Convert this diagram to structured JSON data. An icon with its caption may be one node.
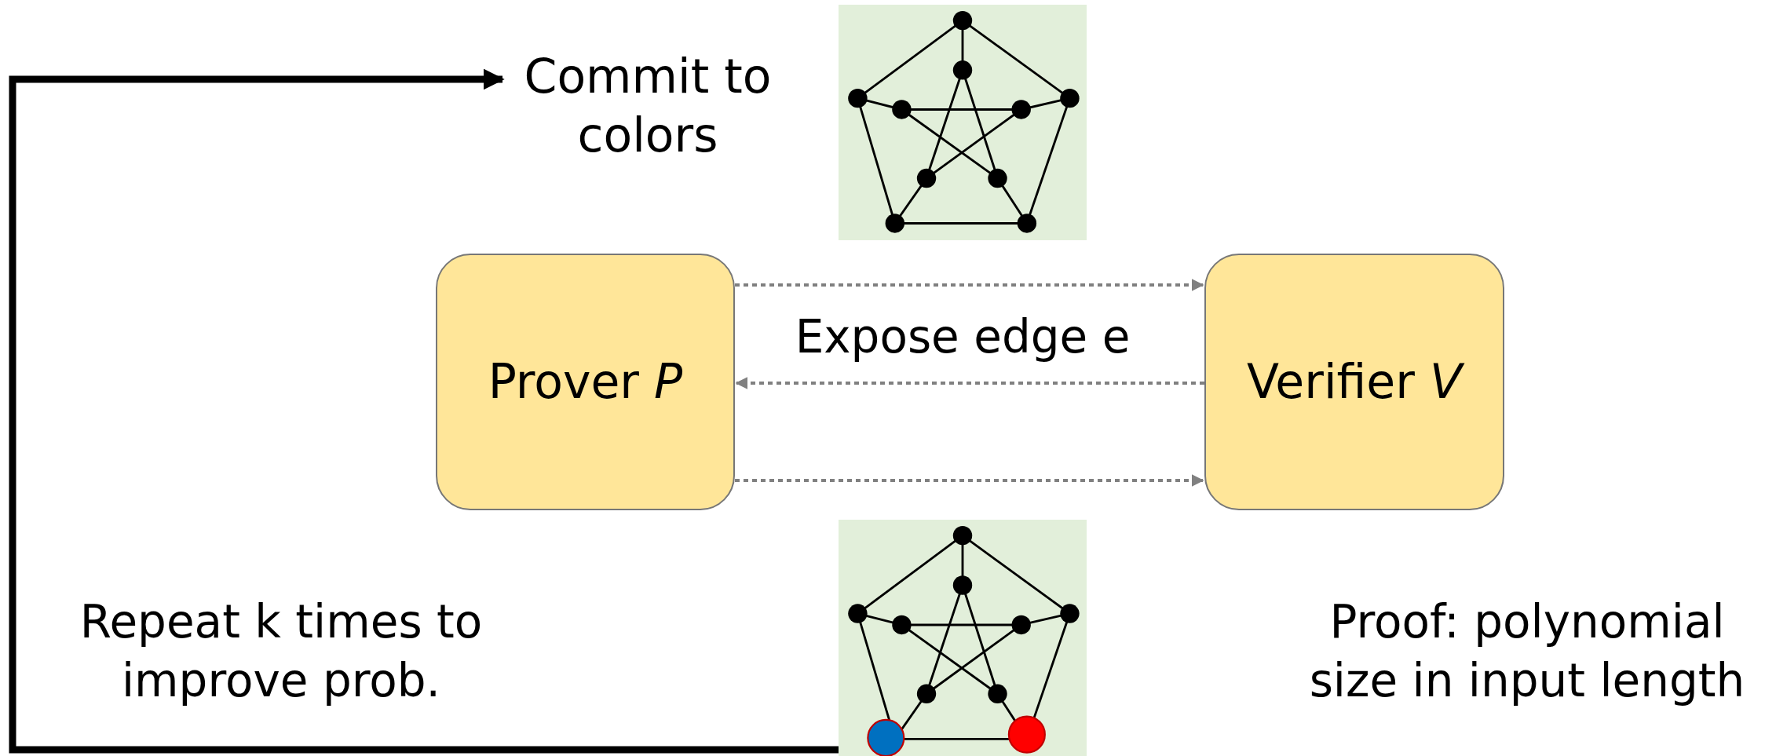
{
  "diagram": {
    "nodes": [
      {
        "text": [
          "Commit to colors"
        ]
      },
      {
        "text": [],
        "shape": "picture"
      },
      {
        "text": [
          "Prover *P*"
        ]
      },
      {
        "text": [
          "Verifier *V*"
        ]
      },
      {
        "text": [],
        "shape": "picture"
      }
    ],
    "edges": [
      {
        "from": 2,
        "to": 3,
        "arrow": "to",
        "style": "dashed"
      },
      {
        "from": 3,
        "to": 2,
        "arrow": "to",
        "style": "dashed",
        "label": "Expose edge e"
      },
      {
        "from": 2,
        "to": 3,
        "arrow": "to",
        "style": "dashed"
      },
      {
        "from": 4,
        "to": 0,
        "arrow": "to",
        "style": "thick",
        "color": "#000000"
      }
    ],
    "labels": [
      "Repeat k times to improve prob.",
      "Proof: polynomial size in input length"
    ]
  }
}
